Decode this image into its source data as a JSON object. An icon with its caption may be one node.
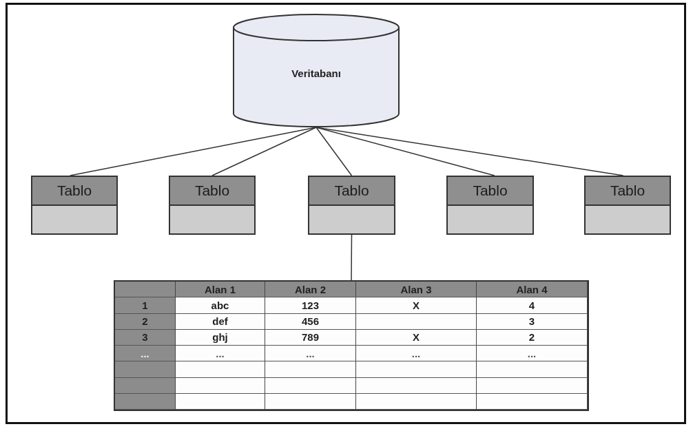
{
  "diagram": {
    "nodes": [
      {
        "text": [
          "Veritabanı"
        ]
      },
      {
        "text": [
          "Tablo"
        ]
      },
      {
        "text": [
          "Tablo"
        ]
      },
      {
        "text": [
          "Tablo"
        ]
      },
      {
        "text": [
          "Tablo"
        ]
      },
      {
        "text": [
          "Tablo"
        ]
      },
      {
        "text": [],
        "shape": "box"
      }
    ],
    "edges": [
      {
        "from": 0,
        "to": 1,
        "arrow": "none"
      },
      {
        "from": 0,
        "to": 2,
        "arrow": "none"
      },
      {
        "from": 0,
        "to": 3,
        "arrow": "none"
      },
      {
        "from": 0,
        "to": 4,
        "arrow": "none"
      },
      {
        "from": 0,
        "to": 5,
        "arrow": "none"
      },
      {
        "from": 3,
        "to": 6,
        "arrow": "none"
      }
    ],
    "labels": [
      "Alan 1",
      "Alan 2",
      "Alan 3",
      "Alan 4",
      "1",
      "abc",
      "123",
      "X",
      "4",
      "2",
      "def",
      "456",
      "3",
      "3",
      "ghj",
      "789",
      "X",
      "2",
      "...",
      "...",
      "...",
      "...",
      "..."
    ]
  }
}
